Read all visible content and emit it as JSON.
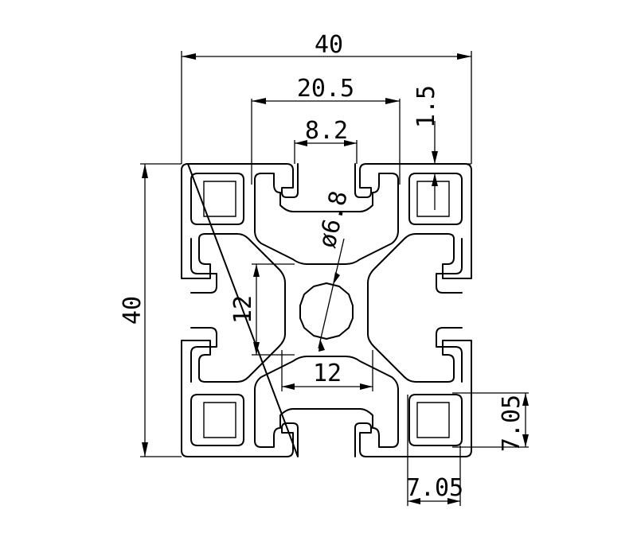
{
  "drawing": {
    "dimensions": {
      "overall_width": "40",
      "overall_height": "40",
      "slot_outer_width": "20.5",
      "slot_opening_width": "8.2",
      "lip_thickness": "1.5",
      "core_bore_diameter": "ø6.8",
      "web_height": "12",
      "web_width": "12",
      "cavity_height": "7.05",
      "cavity_width": "7.05"
    }
  }
}
